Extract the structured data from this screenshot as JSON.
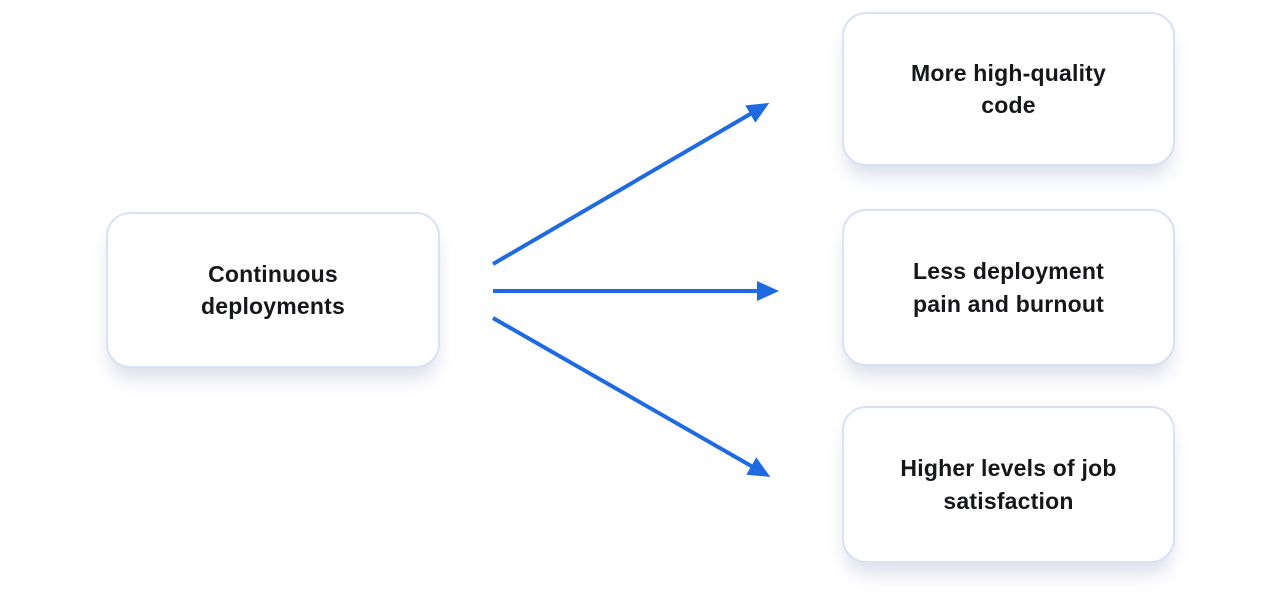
{
  "theme": {
    "background": "#ffffff",
    "node_fill": "#ffffff",
    "node_border": "#d9e1f3",
    "text_color": "#16171a",
    "arrow_color": "#1e6ae0"
  },
  "diagram": {
    "source": {
      "label": "Continuous deployments",
      "lines": [
        "Continuous",
        "deployments"
      ]
    },
    "targets": [
      {
        "label": "More high-quality code",
        "lines": [
          "More high-quality",
          "code"
        ]
      },
      {
        "label": "Less deployment pain and burnout",
        "lines": [
          "Less deployment",
          "pain and burnout"
        ]
      },
      {
        "label": "Higher levels of job satisfaction",
        "lines": [
          "Higher levels of job",
          "satisfaction"
        ]
      }
    ]
  }
}
